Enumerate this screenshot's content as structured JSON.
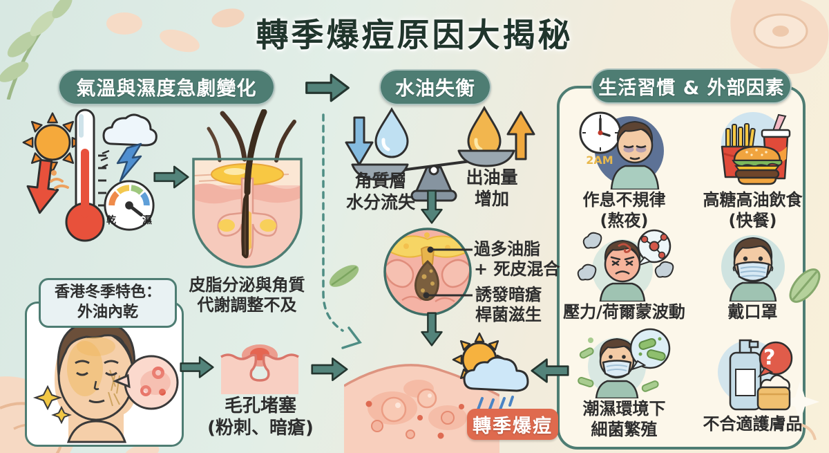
{
  "title": "轉季爆痘原因大揭秘",
  "left": {
    "header": "氣溫與濕度急劇變化",
    "gauge": {
      "dry": "乾",
      "wet": "濕"
    },
    "follicle_caption": [
      "皮脂分泌與角質",
      "代謝調整不及"
    ],
    "hk_box": [
      "香港冬季特色：",
      "外油內乾"
    ],
    "pore_caption": [
      "毛孔堵塞",
      "(粉刺、暗瘡)"
    ]
  },
  "middle": {
    "header": "水油失衡",
    "moisture_label": [
      "角質層",
      "水分流失"
    ],
    "oil_label": [
      "出油量",
      "增加"
    ],
    "callout_oil": [
      "過多油脂",
      "+ 死皮混合"
    ],
    "callout_bacteria": [
      "誘發暗瘡",
      "桿菌滋生"
    ],
    "result_badge": "轉季爆痘"
  },
  "right": {
    "header": "生活習慣 & 外部因素",
    "clock_time": "2AM",
    "question_mark": "?",
    "items": [
      {
        "icon": "tired-person-clock",
        "lines": [
          "作息不規律",
          "(熬夜)"
        ]
      },
      {
        "icon": "fast-food",
        "lines": [
          "高糖高油飲食",
          "(快餐)"
        ]
      },
      {
        "icon": "stressed-person",
        "lines": [
          "壓力/荷爾蒙波動",
          ""
        ]
      },
      {
        "icon": "masked-person",
        "lines": [
          "戴口罩",
          ""
        ]
      },
      {
        "icon": "bacteria-humid",
        "lines": [
          "潮濕環境下",
          "細菌繁殖"
        ]
      },
      {
        "icon": "skincare-products",
        "lines": [
          "不合適護膚品",
          ""
        ]
      }
    ]
  },
  "colors": {
    "teal": "#4e7d73",
    "teal_dark": "#24352f",
    "badge_orange": "#df6a4e",
    "alert_red": "#e8513b",
    "sun_orange": "#f5a93b",
    "water_blue": "#bfe0f2",
    "oil_yellow": "#f2b64e",
    "bg_left": "#d8e8e2",
    "bg_right": "#f9f0da"
  }
}
